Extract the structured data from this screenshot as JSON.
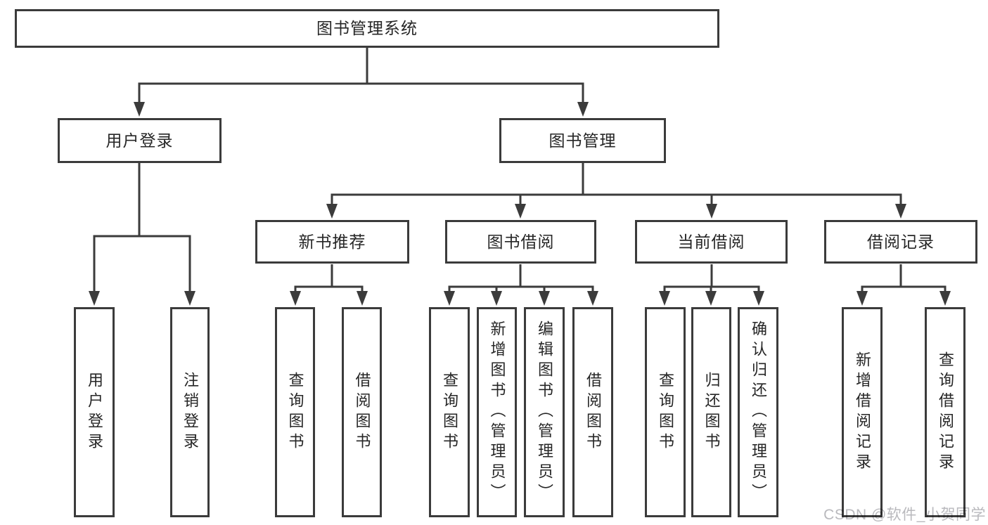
{
  "diagram": {
    "type": "hierarchy-tree",
    "colors": {
      "line": "#3b3b3b",
      "box_border": "#3b3b3b",
      "box_fill": "#ffffff",
      "text": "#262626",
      "watermark_text": "#b9b9bd"
    },
    "nodes": {
      "root": "图书管理系统",
      "login": "用户登录",
      "mgmt": "图书管理",
      "loginUser": "用户登录",
      "loginLogout": "注销登录",
      "rec": "新书推荐",
      "recQuery": "查询图书",
      "recBorrow": "借阅图书",
      "bor": "图书借阅",
      "borQuery": "查询图书",
      "borAdd": "新增图书（管理员）",
      "borEdit": "编辑图书（管理员）",
      "borBorrow": "借阅图书",
      "cur": "当前借阅",
      "curQuery": "查询图书",
      "curReturn": "归还图书",
      "curConfirm": "确认归还（管理员）",
      "hist": "借阅记录",
      "histAdd": "新增借阅记录",
      "histQuery": "查询借阅记录"
    },
    "edges": [
      [
        "root",
        "login"
      ],
      [
        "root",
        "mgmt"
      ],
      [
        "login",
        "loginUser"
      ],
      [
        "login",
        "loginLogout"
      ],
      [
        "mgmt",
        "rec"
      ],
      [
        "mgmt",
        "bor"
      ],
      [
        "mgmt",
        "cur"
      ],
      [
        "mgmt",
        "hist"
      ],
      [
        "rec",
        "recQuery"
      ],
      [
        "rec",
        "recBorrow"
      ],
      [
        "bor",
        "borQuery"
      ],
      [
        "bor",
        "borAdd"
      ],
      [
        "bor",
        "borEdit"
      ],
      [
        "bor",
        "borBorrow"
      ],
      [
        "cur",
        "curQuery"
      ],
      [
        "cur",
        "curReturn"
      ],
      [
        "cur",
        "curConfirm"
      ],
      [
        "hist",
        "histAdd"
      ],
      [
        "hist",
        "histQuery"
      ]
    ]
  },
  "watermark": {
    "text": "CSDN @软件_小贺同学"
  }
}
